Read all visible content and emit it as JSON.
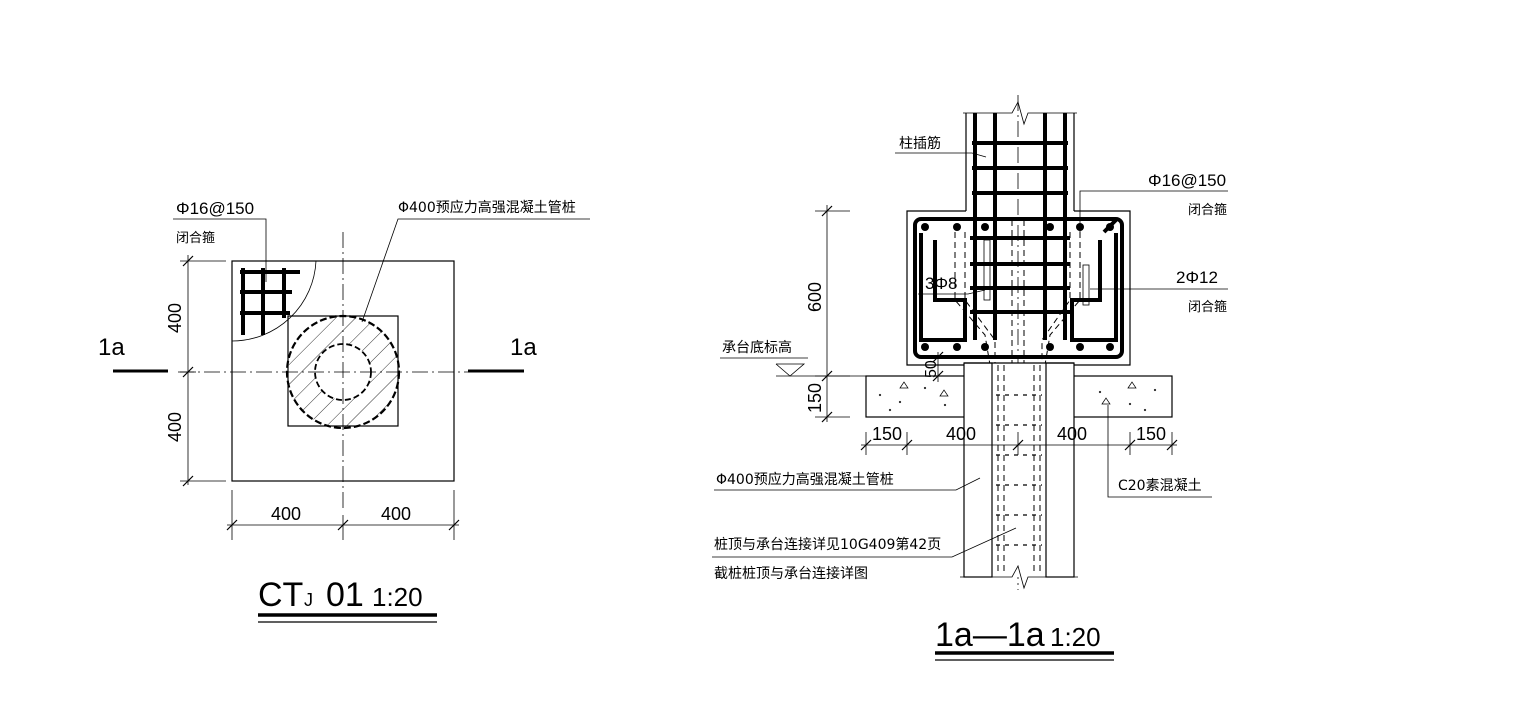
{
  "plan": {
    "title": "CTJ 01",
    "title_sub": "J",
    "title_main": "CT",
    "title_num": "01",
    "scale": "1:20",
    "section_mark_left": "1a",
    "section_mark_right": "1a",
    "stirrup_label": "Φ16@150",
    "stirrup_type": "闭合箍",
    "pile_label": "Φ400预应力高强混凝土管桩",
    "dim_v_top": "400",
    "dim_v_bottom": "400",
    "dim_h_left": "400",
    "dim_h_right": "400"
  },
  "section": {
    "title": "1a—1a",
    "scale": "1:20",
    "column_dowel_label": "柱插筋",
    "stirrup_label": "Φ16@150",
    "stirrup_type": "闭合箍",
    "bars_left": "3Φ8",
    "bars_right": "2Φ12",
    "bars_right_type": "闭合箍",
    "cap_bottom_elev": "承台底标高",
    "dim_600": "600",
    "dim_50": "50",
    "dim_150_v": "150",
    "dim_150_l": "150",
    "dim_400_l": "400",
    "dim_400_r": "400",
    "dim_150_r": "150",
    "pile_label": "Φ400预应力高强混凝土管桩",
    "concrete_label": "C20素混凝土",
    "note_1": "桩顶与承台连接详见10G409第42页",
    "note_2": "截桩桩顶与承台连接详图"
  }
}
